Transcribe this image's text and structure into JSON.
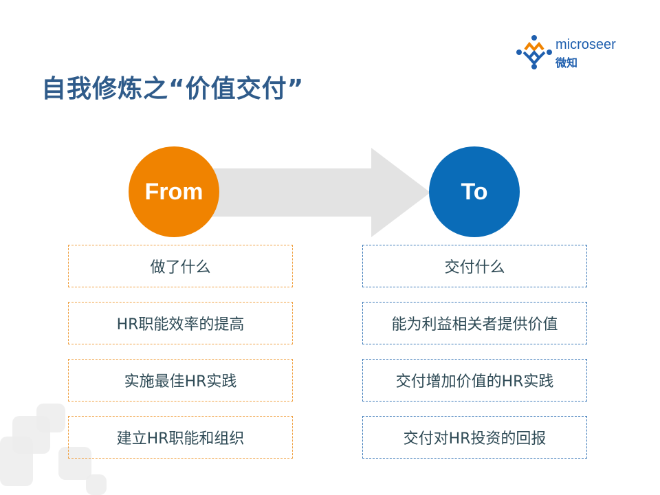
{
  "title": "自我修炼之“价值交付”",
  "logo": {
    "name": "microseer",
    "cn": "微知"
  },
  "from": {
    "label": "From",
    "color": "#f08300",
    "items": [
      "做了什么",
      "HR职能效率的提高",
      "实施最佳HR实践",
      "建立HR职能和组织"
    ]
  },
  "to": {
    "label": "To",
    "color": "#0a6cb8",
    "items": [
      "交付什么",
      "能为利益相关者提供价值",
      "交付增加价值的HR实践",
      "交付对HR投资的回报"
    ]
  }
}
